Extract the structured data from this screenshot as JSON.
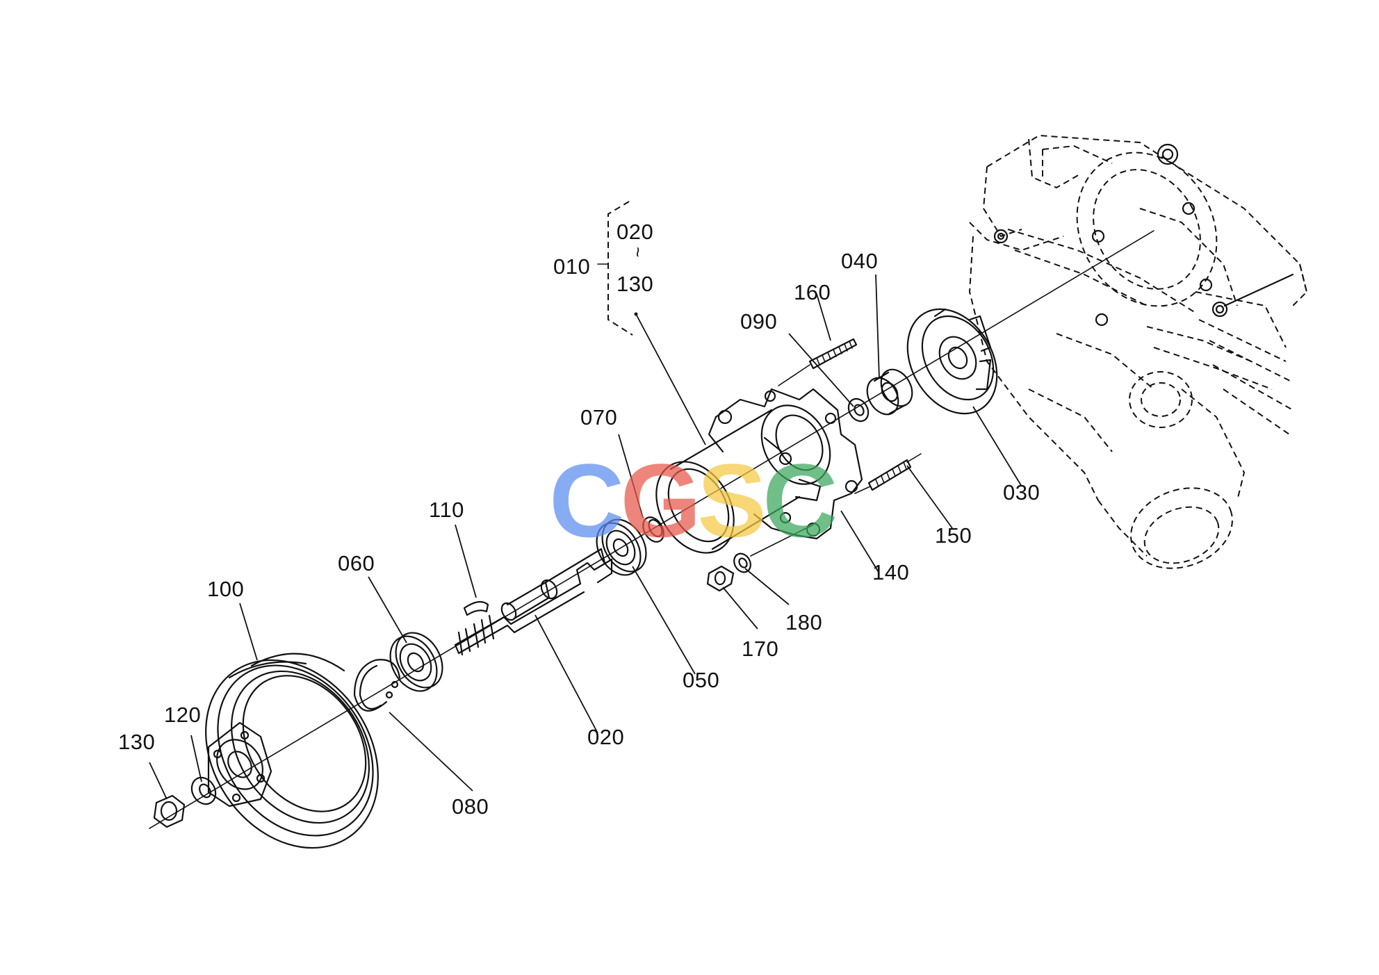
{
  "diagram": {
    "labels": {
      "010": "010",
      "020_range": "020",
      "range_mark": "~",
      "130_range": "130",
      "020": "020",
      "030": "030",
      "040": "040",
      "050": "050",
      "060": "060",
      "070": "070",
      "080": "080",
      "090": "090",
      "100": "100",
      "110": "110",
      "120": "120",
      "130": "130",
      "140": "140",
      "150": "150",
      "160": "160",
      "170": "170",
      "180": "180"
    }
  },
  "watermark": {
    "text": "CGSC",
    "letters": [
      "C",
      "G",
      "S",
      "C"
    ],
    "colors": [
      "#5b8def",
      "#e8574a",
      "#f5c842",
      "#3aa65b"
    ]
  }
}
